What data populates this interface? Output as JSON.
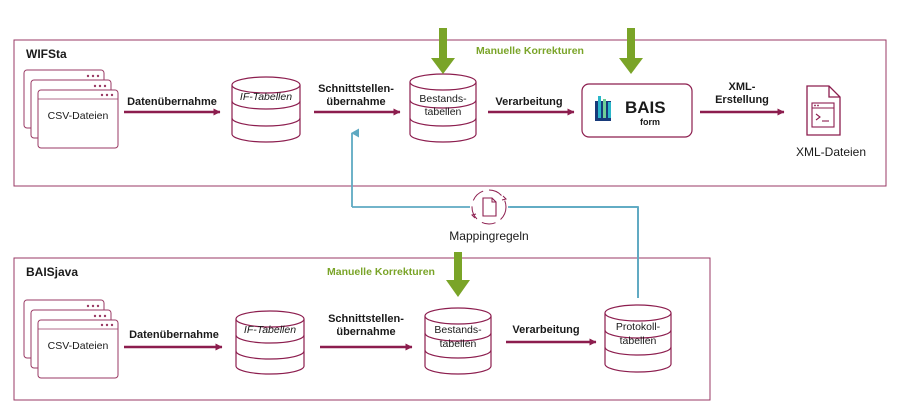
{
  "colors": {
    "maroon": "#8c1d4e",
    "panel_border": "#9a3a64",
    "green": "#7aa428",
    "teal": "#5ea9c2",
    "bais_blue": "#173a7a"
  },
  "panels": {
    "top": {
      "title": "WIFSta"
    },
    "bottom": {
      "title": "BAISjava"
    }
  },
  "top_row": {
    "csv_label": "CSV-Dateien",
    "step1": "Datenübernahme",
    "if_tables": "IF-Tabellen",
    "step2_line1": "Schnittstellen-",
    "step2_line2": "übernahme",
    "bestand_line1": "Bestands-",
    "bestand_line2": "tabellen",
    "step3": "Verarbeitung",
    "bais_title": "BAIS",
    "bais_sub": "form",
    "step4_line1": "XML-",
    "step4_line2": "Erstellung",
    "xml_label": "XML-Dateien",
    "corrections": "Manuelle Korrekturen"
  },
  "mapping": {
    "label": "Mappingregeln"
  },
  "bottom_row": {
    "csv_label": "CSV-Dateien",
    "step1": "Datenübernahme",
    "if_tables": "IF-Tabellen",
    "step2_line1": "Schnittstellen-",
    "step2_line2": "übernahme",
    "bestand_line1": "Bestands-",
    "bestand_line2": "tabellen",
    "step3": "Verarbeitung",
    "protokoll_line1": "Protokoll-",
    "protokoll_line2": "tabellen",
    "corrections": "Manuelle Korrekturen"
  }
}
